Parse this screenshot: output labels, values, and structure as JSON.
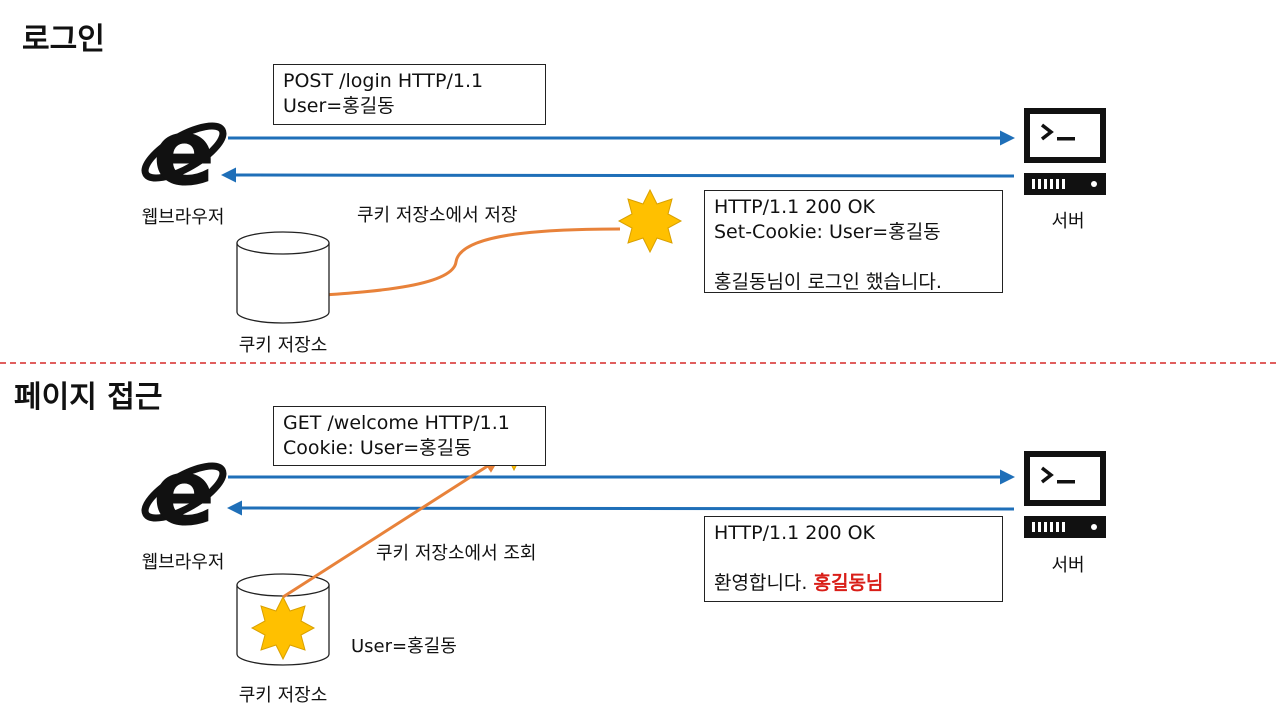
{
  "login": {
    "title": "로그인",
    "request": {
      "line1": "POST /login HTTP/1.1",
      "line2": "User=홍길동"
    },
    "response": {
      "line1": "HTTP/1.1 200 OK",
      "line2": "Set-Cookie: User=홍길동",
      "line3": "홍길동님이 로그인 했습니다."
    },
    "browser_label": "웹브라우저",
    "server_label": "서버",
    "store_action_label": "쿠키 저장소에서 저장",
    "cookie_store_label": "쿠키 저장소"
  },
  "page_access": {
    "title": "페이지 접근",
    "request": {
      "line1": "GET /welcome HTTP/1.1",
      "line2": "Cookie: User=홍길동"
    },
    "response": {
      "line1": "HTTP/1.1 200 OK",
      "line3_prefix": "환영합니다. ",
      "line3_highlight": "홍길동님"
    },
    "browser_label": "웹브라우저",
    "server_label": "서버",
    "lookup_action_label": "쿠키 저장소에서 조회",
    "stored_cookie_label": "User=홍길동",
    "cookie_store_label": "쿠키 저장소"
  },
  "colors": {
    "arrow_blue": "#1f6fb8",
    "arrow_orange": "#e8823a",
    "cookie_fill": "#ffc000",
    "divider": "#d62828",
    "highlight": "#d91e18"
  },
  "icons": {
    "browser": "internet-explorer-icon",
    "server": "terminal-server-icon",
    "cookie": "cookie-star-icon",
    "store": "database-cylinder-icon"
  }
}
